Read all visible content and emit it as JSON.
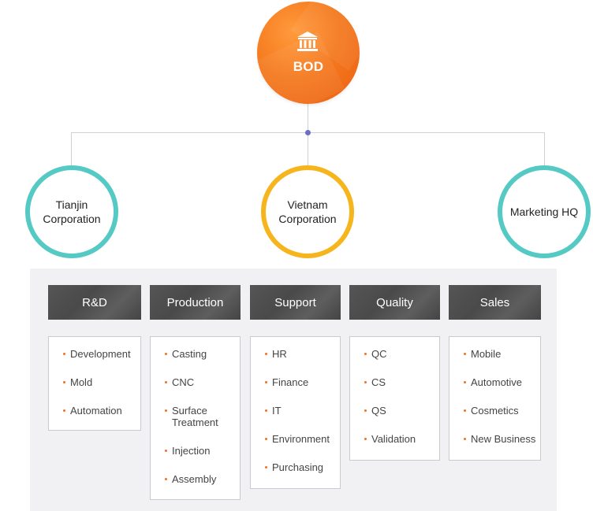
{
  "bod": {
    "label": "BOD",
    "icon": "institution-icon",
    "color": "#f57a1e"
  },
  "corporations": [
    {
      "label_line1": "Tianjin",
      "label_line2": "Corporation",
      "ring_color": "#55c9c3"
    },
    {
      "label_line1": "Vietnam",
      "label_line2": "Corporation",
      "ring_color": "#f6b41d"
    },
    {
      "label_line1": "Marketing HQ",
      "label_line2": "",
      "ring_color": "#55c9c3"
    }
  ],
  "departments": [
    {
      "title": "R&D",
      "items": [
        "Development",
        "Mold",
        "Automation"
      ]
    },
    {
      "title": "Production",
      "items": [
        "Casting",
        "CNC",
        "Surface Treatment",
        "Injection",
        "Assembly"
      ]
    },
    {
      "title": "Support",
      "items": [
        "HR",
        "Finance",
        "IT",
        "Environment",
        "Purchasing"
      ]
    },
    {
      "title": "Quality",
      "items": [
        "QC",
        "CS",
        "QS",
        "Validation"
      ]
    },
    {
      "title": "Sales",
      "items": [
        "Mobile",
        "Automotive",
        "Cosmetics",
        "New Business"
      ]
    }
  ],
  "colors": {
    "accent_orange": "#f57a1e",
    "teal": "#55c9c3",
    "gold": "#f6b41d",
    "hub": "#6c6ec7",
    "bullet": "#f2701f"
  }
}
